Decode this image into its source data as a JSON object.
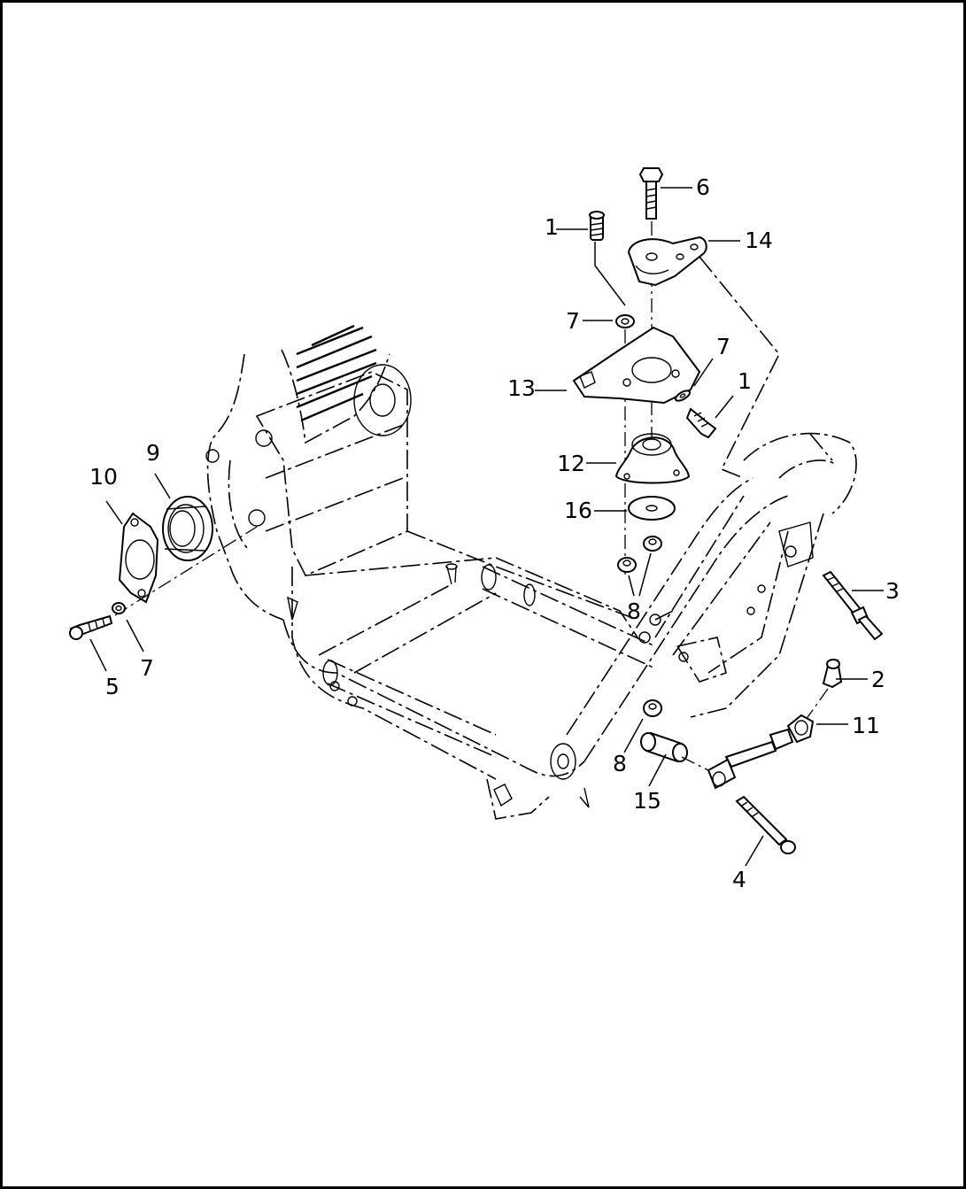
{
  "callouts": {
    "c1a": "1",
    "c6": "6",
    "c14": "14",
    "c7a": "7",
    "c7b": "7",
    "c1b": "1",
    "c13": "13",
    "c12": "12",
    "c16": "16",
    "c8a": "8",
    "c9": "9",
    "c10": "10",
    "c3": "3",
    "c5": "5",
    "c7c": "7",
    "c2": "2",
    "c11": "11",
    "c8b": "8",
    "c15": "15",
    "c4": "4"
  }
}
